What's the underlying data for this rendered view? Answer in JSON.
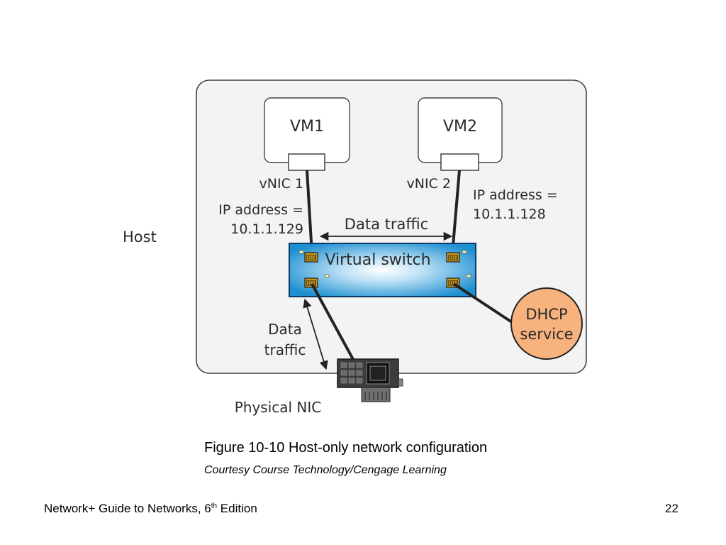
{
  "diagram": {
    "host_label": "Host",
    "vm1_label": "VM1",
    "vm2_label": "VM2",
    "vnic1_label": "vNIC 1",
    "vnic2_label": "vNIC 2",
    "vm1_ip": [
      "IP address =",
      "10.1.1.129"
    ],
    "vm2_ip": [
      "IP address =",
      "10.1.1.128"
    ],
    "data_traffic_top": "Data traffic",
    "data_traffic_bottom": [
      "Data",
      "traffic"
    ],
    "switch_label": "Virtual switch",
    "dhcp_label": [
      "DHCP",
      "service"
    ],
    "physical_nic_label": "Physical NIC",
    "colors": {
      "host_fill": "#f3f3f3",
      "switch_blue": "#1e8fd0",
      "dhcp_fill": "#f7b27e",
      "port_gold": "#d9a520"
    }
  },
  "caption": {
    "title": "Figure 10-10 Host-only network configuration",
    "credit": "Courtesy Course Technology/Cengage Learning"
  },
  "footer": {
    "book_prefix": "Network+ Guide to Networks, 6",
    "book_sup": "th",
    "book_suffix": " Edition",
    "page_number": "22"
  }
}
